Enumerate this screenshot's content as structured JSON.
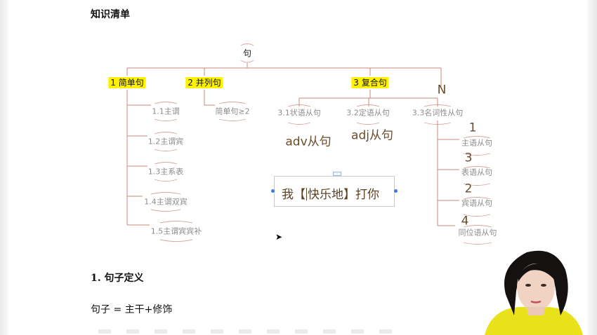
{
  "doc": {
    "title": "知识清单",
    "section_heading": "1. 句子定义",
    "definition": "句子 = 主干+修饰"
  },
  "tree": {
    "root": "句",
    "simple": {
      "label": "1 简单句",
      "children": [
        "1.1主谓",
        "1.2主谓宾",
        "1.3主系表",
        "1.4主谓双宾",
        "1.5主谓宾宾补"
      ]
    },
    "compound": {
      "label": "2 并列句",
      "child": "简单句≥2"
    },
    "complex": {
      "label": "3 复合句",
      "children": [
        "3.1状语从句",
        "3.2定语从句",
        "3.3名词性从句"
      ]
    },
    "noun_clauses": [
      "主语从句",
      "表语从句",
      "宾语从句",
      "同位语从句"
    ]
  },
  "annotations": {
    "n_mark": "N",
    "adv": "adv从句",
    "adj": "adj从句",
    "nums": [
      "1",
      "3",
      "2",
      "4"
    ]
  },
  "textbox": {
    "before": "我【",
    "after": "快乐地】打你"
  },
  "colors": {
    "branch_line": "#c9897a",
    "highlight": "#fff200",
    "ink": "#6a4b2a",
    "selection": "#3b7be0"
  }
}
